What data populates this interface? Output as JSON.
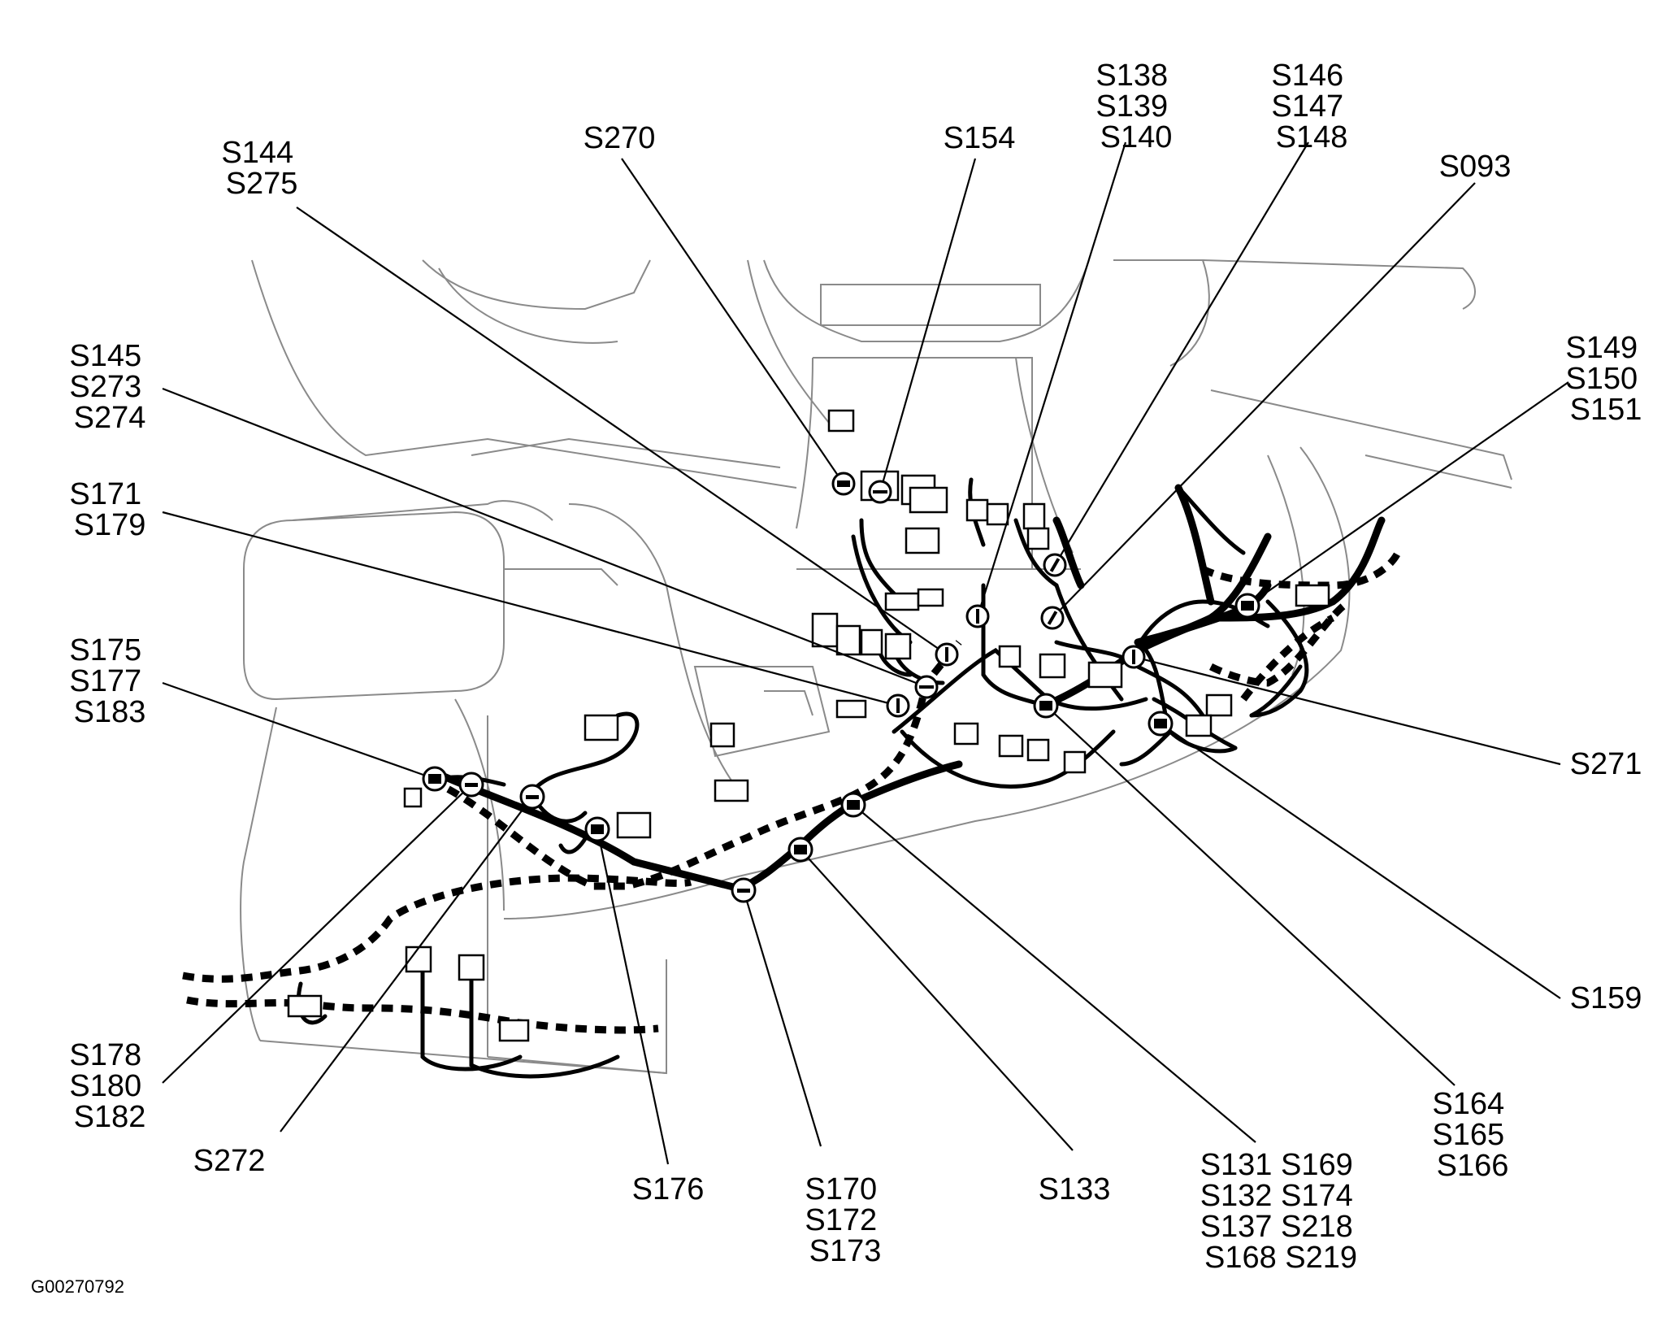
{
  "diagram_code": "G00270792",
  "splice_labels": [
    [
      "S144",
      "S275"
    ],
    [
      "S270"
    ],
    [
      "S154"
    ],
    [
      "S138",
      "S139",
      "S140"
    ],
    [
      "S146",
      "S147",
      "S148"
    ],
    [
      "S093"
    ],
    [
      "S149",
      "S150",
      "S151"
    ],
    [
      "S145",
      "S273",
      "S274"
    ],
    [
      "S171",
      "S179"
    ],
    [
      "S175",
      "S177",
      "S183"
    ],
    [
      "S271"
    ],
    [
      "S159"
    ],
    [
      "S164",
      "S165",
      "S166"
    ],
    [
      "S131 S169",
      "S132 S174",
      "S137 S218",
      "S168 S219"
    ],
    [
      "S133"
    ],
    [
      "S170",
      "S172",
      "S173"
    ],
    [
      "S176"
    ],
    [
      "S272"
    ],
    [
      "S178",
      "S180",
      "S182"
    ]
  ]
}
